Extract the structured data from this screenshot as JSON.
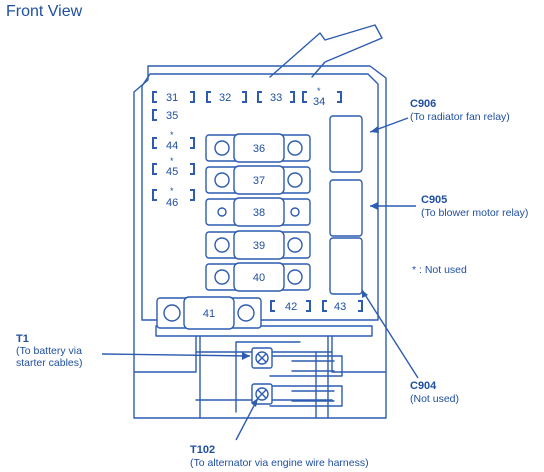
{
  "title": "Front View",
  "colors": {
    "line": "#2d5cb0",
    "text": "#1f4fa0",
    "background": "#ffffff"
  },
  "big_fuses": [
    "36",
    "37",
    "38",
    "39",
    "40"
  ],
  "fuse_41": "41",
  "small_fuses": [
    "31",
    "32",
    "33",
    "34",
    "35",
    "44",
    "45",
    "46",
    "42",
    "43"
  ],
  "not_used_marker": "*",
  "connectors": {
    "c906": {
      "id": "C906",
      "desc": "(To radiator fan relay)"
    },
    "c905": {
      "id": "C905",
      "desc": "(To blower motor relay)"
    },
    "c904": {
      "id": "C904",
      "desc": "(Not used)"
    }
  },
  "terminals": {
    "t1": {
      "id": "T1",
      "desc1": "(To battery via",
      "desc2": "starter cables)"
    },
    "t102": {
      "id": "T102",
      "desc": "(To alternator via engine wire harness)"
    }
  },
  "legend": "* : Not used"
}
